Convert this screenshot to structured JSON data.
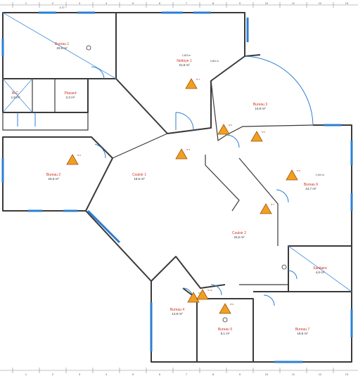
{
  "rooms": [
    {
      "key": "bureau1",
      "name": "Bureau 1",
      "area": "20,9 m²"
    },
    {
      "key": "nettoye1",
      "name": "Nettoye 1",
      "area": "31,8 m²"
    },
    {
      "key": "wc",
      "name": "W.C.",
      "area": "1,8 m²"
    },
    {
      "key": "placard",
      "name": "Placard",
      "area": "2,3 m²"
    },
    {
      "key": "bureau3",
      "name": "Bureau 3",
      "area": "10,8 m²"
    },
    {
      "key": "bureau2",
      "name": "Bureau 2",
      "area": "20,5 m²"
    },
    {
      "key": "couloir1",
      "name": "Couloir 1",
      "area": "18,5 m²"
    },
    {
      "key": "bureau6",
      "name": "Bureau 6",
      "area": "24,7 m²"
    },
    {
      "key": "couloir2",
      "name": "Couloir 2",
      "area": "33,5 m²"
    },
    {
      "key": "sanitaire",
      "name": "Sanitaire",
      "area": "4,8 m²"
    },
    {
      "key": "bureau4",
      "name": "Bureau 4",
      "area": "13,8 m²"
    },
    {
      "key": "bureau5",
      "name": "Bureau 5",
      "area": "8,1 m²"
    },
    {
      "key": "bureau7",
      "name": "Bureau 7",
      "area": "19,6 m²"
    }
  ],
  "ruler_top": [
    "1",
    "2",
    "3",
    "4",
    "5",
    "6",
    "7",
    "8",
    "9",
    "10",
    "11",
    "12",
    "13"
  ],
  "ruler_bottom": [
    "1",
    "2",
    "3",
    "4",
    "5",
    "6",
    "7",
    "8",
    "9",
    "10",
    "11",
    "12",
    "13"
  ],
  "dimensions": [
    "4,70",
    "2,803 m",
    "3,661 m",
    "2,491 m"
  ],
  "markers": [
    {
      "label": "N°1"
    },
    {
      "label": "N°2"
    },
    {
      "label": "N°3"
    },
    {
      "label": "N°4"
    },
    {
      "label": "N°5"
    },
    {
      "label": "N°6"
    },
    {
      "label": "N°7"
    },
    {
      "label": "N°8"
    },
    {
      "label": "N°9"
    },
    {
      "label": "N°10"
    }
  ],
  "colors": {
    "wall": "#3a3a3a",
    "window": "#2c7fd0",
    "room_name": "#d03020",
    "warning": "#f0a020"
  }
}
